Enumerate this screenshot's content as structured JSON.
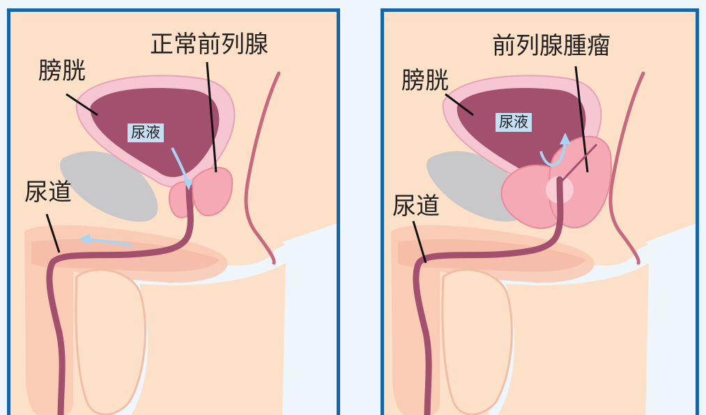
{
  "panels": {
    "normal": {
      "bladder_label": "膀胱",
      "urine_label": "尿液",
      "gland_label": "正常前列腺",
      "urethra_label": "尿道"
    },
    "tumor": {
      "bladder_label": "膀胱",
      "urine_label": "尿液",
      "gland_label": "前列腺腫瘤",
      "urethra_label": "尿道"
    }
  },
  "colors": {
    "frame": "#1565a8",
    "tissue": "#fce0c8",
    "background": "#eef6fb",
    "bladder_wall": "#f6c6d2",
    "bladder_inner": "#a3506e",
    "urethra": "#a3506e",
    "prostate": "#f4a9b4",
    "bone_gray": "#c8c8ca",
    "arrow": "#a9d4f2"
  }
}
